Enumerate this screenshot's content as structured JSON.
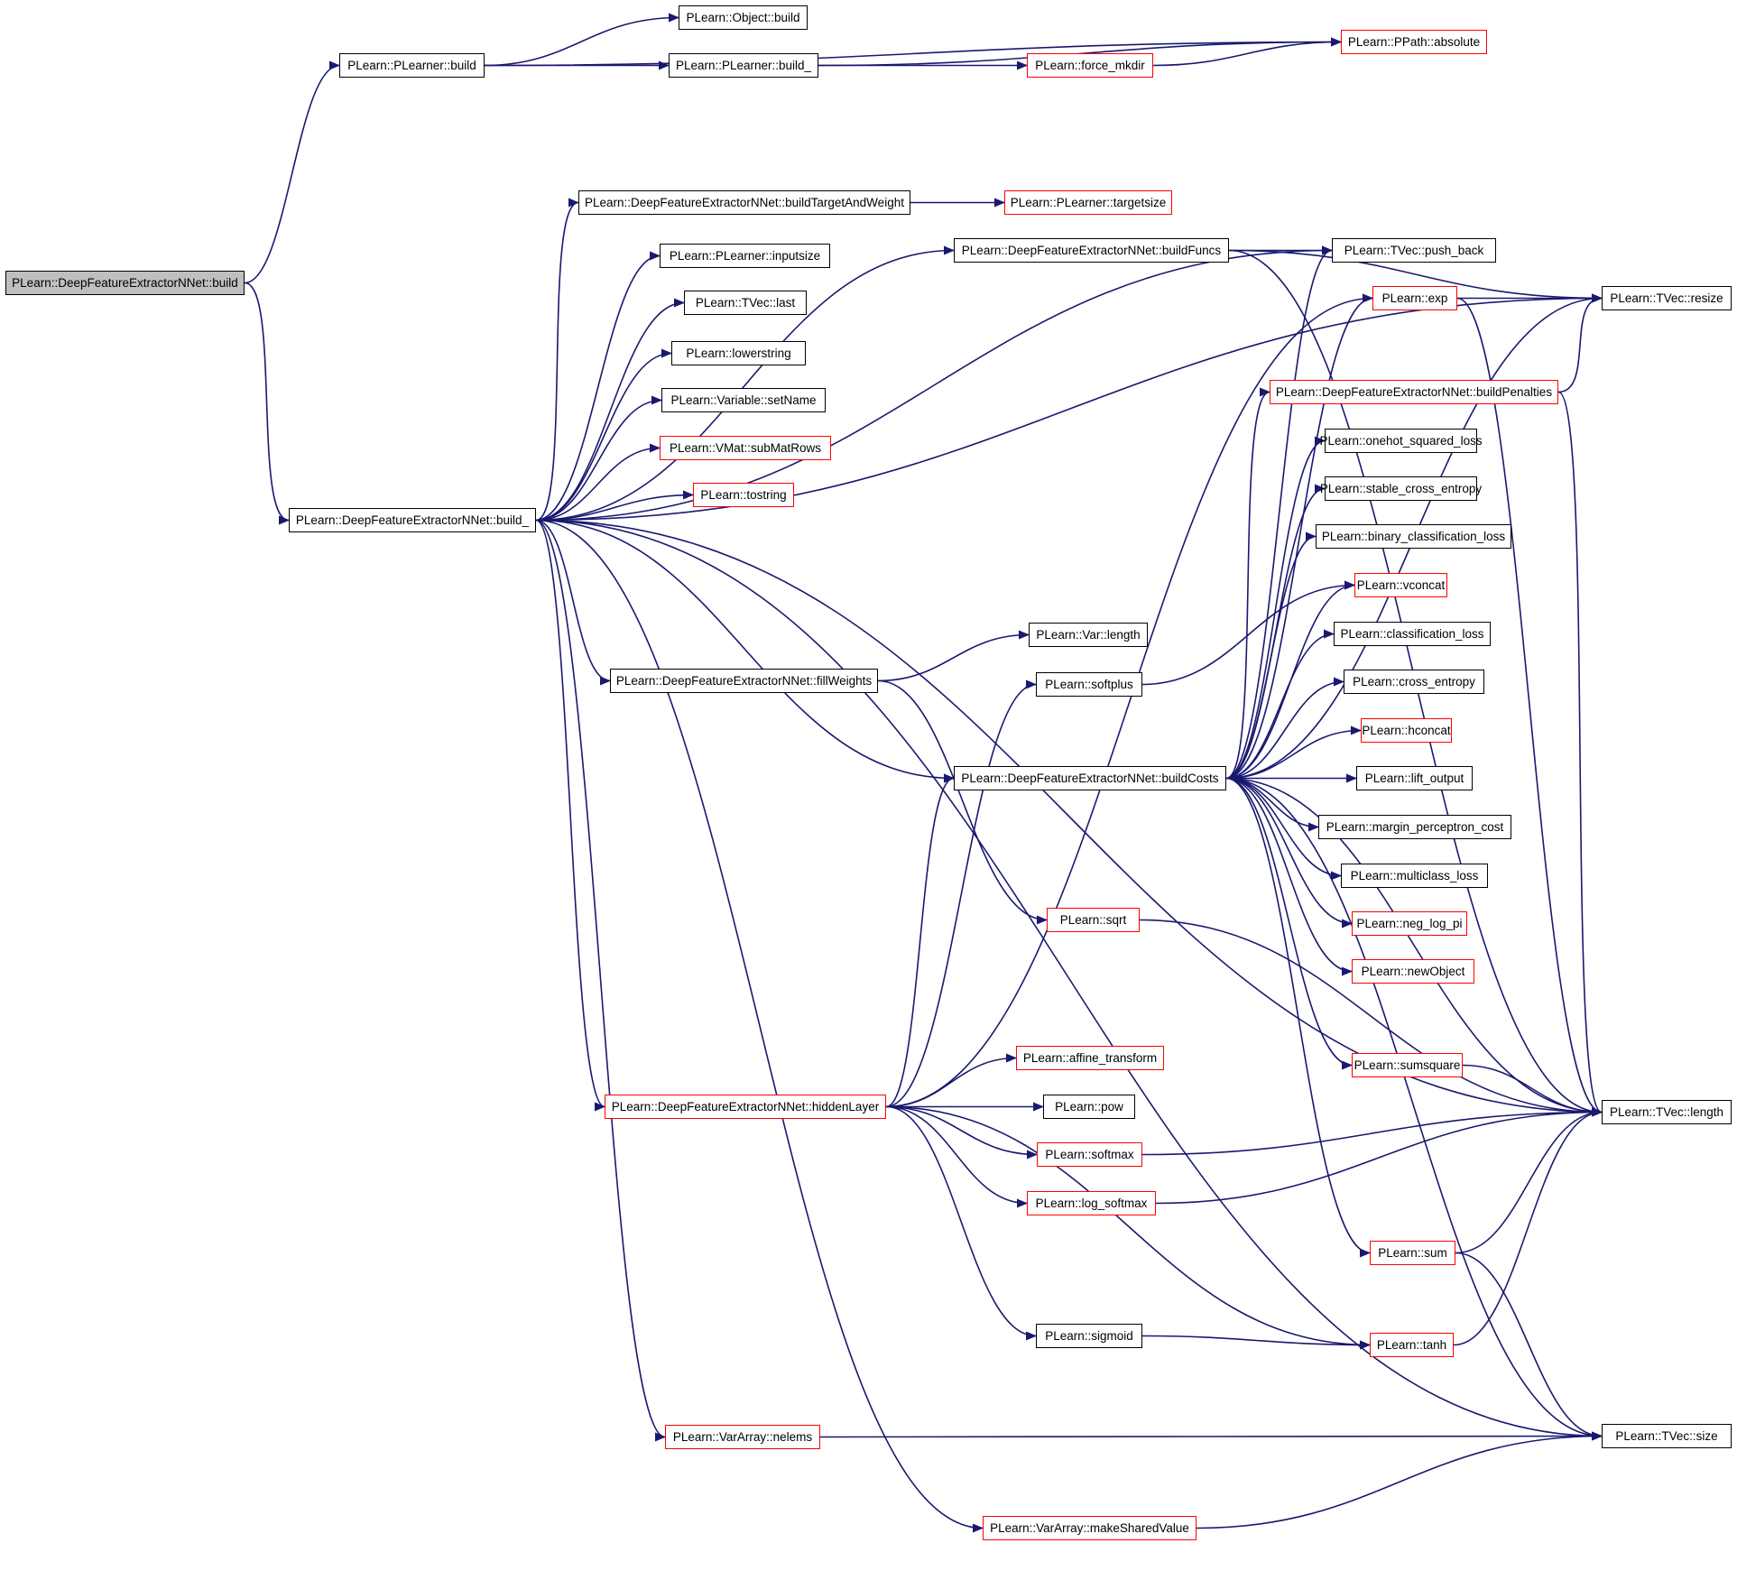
{
  "graph": {
    "nodes": [
      {
        "id": "n1",
        "label": "PLearn::DeepFeatureExtractorNNet::build",
        "style": "root"
      },
      {
        "id": "n2",
        "label": "PLearn::PLearner::build",
        "style": "plain"
      },
      {
        "id": "n3",
        "label": "PLearn::Object::build",
        "style": "plain"
      },
      {
        "id": "n4",
        "label": "PLearn::PLearner::build_",
        "style": "plain"
      },
      {
        "id": "n5",
        "label": "PLearn::force_mkdir",
        "style": "red"
      },
      {
        "id": "n6",
        "label": "PLearn::PPath::absolute",
        "style": "red"
      },
      {
        "id": "n7",
        "label": "PLearn::DeepFeatureExtractorNNet::build_",
        "style": "plain"
      },
      {
        "id": "n8",
        "label": "PLearn::DeepFeatureExtractorNNet::buildTargetAndWeight",
        "style": "plain"
      },
      {
        "id": "n9",
        "label": "PLearn::PLearner::targetsize",
        "style": "red"
      },
      {
        "id": "n10",
        "label": "PLearn::PLearner::inputsize",
        "style": "plain"
      },
      {
        "id": "n11",
        "label": "PLearn::TVec::last",
        "style": "plain"
      },
      {
        "id": "n12",
        "label": "PLearn::lowerstring",
        "style": "plain"
      },
      {
        "id": "n13",
        "label": "PLearn::Variable::setName",
        "style": "plain"
      },
      {
        "id": "n14",
        "label": "PLearn::VMat::subMatRows",
        "style": "red"
      },
      {
        "id": "n15",
        "label": "PLearn::tostring",
        "style": "red"
      },
      {
        "id": "n16",
        "label": "PLearn::DeepFeatureExtractorNNet::buildFuncs",
        "style": "plain"
      },
      {
        "id": "n17",
        "label": "PLearn::TVec::push_back",
        "style": "plain"
      },
      {
        "id": "n18",
        "label": "PLearn::TVec::resize",
        "style": "plain"
      },
      {
        "id": "n19",
        "label": "PLearn::exp",
        "style": "red"
      },
      {
        "id": "n20",
        "label": "PLearn::DeepFeatureExtractorNNet::buildPenalties",
        "style": "red"
      },
      {
        "id": "n21",
        "label": "PLearn::onehot_squared_loss",
        "style": "plain"
      },
      {
        "id": "n22",
        "label": "PLearn::stable_cross_entropy",
        "style": "plain"
      },
      {
        "id": "n23",
        "label": "PLearn::binary_classification_loss",
        "style": "plain"
      },
      {
        "id": "n24",
        "label": "PLearn::vconcat",
        "style": "red"
      },
      {
        "id": "n25",
        "label": "PLearn::classification_loss",
        "style": "plain"
      },
      {
        "id": "n26",
        "label": "PLearn::cross_entropy",
        "style": "plain"
      },
      {
        "id": "n27",
        "label": "PLearn::hconcat",
        "style": "red"
      },
      {
        "id": "n28",
        "label": "PLearn::lift_output",
        "style": "plain"
      },
      {
        "id": "n29",
        "label": "PLearn::margin_perceptron_cost",
        "style": "plain"
      },
      {
        "id": "n30",
        "label": "PLearn::multiclass_loss",
        "style": "plain"
      },
      {
        "id": "n31",
        "label": "PLearn::neg_log_pi",
        "style": "red"
      },
      {
        "id": "n32",
        "label": "PLearn::newObject",
        "style": "red"
      },
      {
        "id": "n33",
        "label": "PLearn::Var::length",
        "style": "plain"
      },
      {
        "id": "n34",
        "label": "PLearn::DeepFeatureExtractorNNet::fillWeights",
        "style": "plain"
      },
      {
        "id": "n35",
        "label": "PLearn::softplus",
        "style": "plain"
      },
      {
        "id": "n36",
        "label": "PLearn::DeepFeatureExtractorNNet::buildCosts",
        "style": "plain"
      },
      {
        "id": "n37",
        "label": "PLearn::sqrt",
        "style": "red"
      },
      {
        "id": "n38",
        "label": "PLearn::affine_transform",
        "style": "red"
      },
      {
        "id": "n39",
        "label": "PLearn::DeepFeatureExtractorNNet::hiddenLayer",
        "style": "red"
      },
      {
        "id": "n40",
        "label": "PLearn::pow",
        "style": "plain"
      },
      {
        "id": "n41",
        "label": "PLearn::sumsquare",
        "style": "red"
      },
      {
        "id": "n42",
        "label": "PLearn::TVec::length",
        "style": "plain"
      },
      {
        "id": "n43",
        "label": "PLearn::softmax",
        "style": "red"
      },
      {
        "id": "n44",
        "label": "PLearn::log_softmax",
        "style": "red"
      },
      {
        "id": "n45",
        "label": "PLearn::sum",
        "style": "red"
      },
      {
        "id": "n46",
        "label": "PLearn::sigmoid",
        "style": "plain"
      },
      {
        "id": "n47",
        "label": "PLearn::tanh",
        "style": "red"
      },
      {
        "id": "n48",
        "label": "PLearn::VarArray::nelems",
        "style": "red"
      },
      {
        "id": "n49",
        "label": "PLearn::TVec::size",
        "style": "plain"
      },
      {
        "id": "n50",
        "label": "PLearn::VarArray::makeSharedValue",
        "style": "red"
      }
    ],
    "edges": [
      [
        "n1",
        "n2"
      ],
      [
        "n1",
        "n7"
      ],
      [
        "n2",
        "n3"
      ],
      [
        "n2",
        "n4"
      ],
      [
        "n2",
        "n6"
      ],
      [
        "n4",
        "n5"
      ],
      [
        "n4",
        "n6"
      ],
      [
        "n5",
        "n6"
      ],
      [
        "n7",
        "n8"
      ],
      [
        "n7",
        "n10"
      ],
      [
        "n7",
        "n11"
      ],
      [
        "n7",
        "n12"
      ],
      [
        "n7",
        "n13"
      ],
      [
        "n7",
        "n14"
      ],
      [
        "n7",
        "n15"
      ],
      [
        "n7",
        "n16"
      ],
      [
        "n7",
        "n17"
      ],
      [
        "n7",
        "n18"
      ],
      [
        "n7",
        "n34"
      ],
      [
        "n7",
        "n36"
      ],
      [
        "n7",
        "n39"
      ],
      [
        "n7",
        "n42"
      ],
      [
        "n7",
        "n48"
      ],
      [
        "n7",
        "n49"
      ],
      [
        "n7",
        "n50"
      ],
      [
        "n8",
        "n9"
      ],
      [
        "n16",
        "n17"
      ],
      [
        "n16",
        "n18"
      ],
      [
        "n16",
        "n42"
      ],
      [
        "n19",
        "n18"
      ],
      [
        "n19",
        "n42"
      ],
      [
        "n20",
        "n18"
      ],
      [
        "n20",
        "n42"
      ],
      [
        "n34",
        "n33"
      ],
      [
        "n34",
        "n37"
      ],
      [
        "n35",
        "n24"
      ],
      [
        "n36",
        "n17"
      ],
      [
        "n36",
        "n19"
      ],
      [
        "n36",
        "n20"
      ],
      [
        "n36",
        "n18"
      ],
      [
        "n36",
        "n21"
      ],
      [
        "n36",
        "n22"
      ],
      [
        "n36",
        "n23"
      ],
      [
        "n36",
        "n24"
      ],
      [
        "n36",
        "n25"
      ],
      [
        "n36",
        "n26"
      ],
      [
        "n36",
        "n27"
      ],
      [
        "n36",
        "n28"
      ],
      [
        "n36",
        "n29"
      ],
      [
        "n36",
        "n30"
      ],
      [
        "n36",
        "n31"
      ],
      [
        "n36",
        "n32"
      ],
      [
        "n36",
        "n41"
      ],
      [
        "n36",
        "n42"
      ],
      [
        "n36",
        "n45"
      ],
      [
        "n36",
        "n49"
      ],
      [
        "n37",
        "n42"
      ],
      [
        "n39",
        "n35"
      ],
      [
        "n39",
        "n36"
      ],
      [
        "n39",
        "n38"
      ],
      [
        "n39",
        "n40"
      ],
      [
        "n39",
        "n43"
      ],
      [
        "n39",
        "n44"
      ],
      [
        "n39",
        "n46"
      ],
      [
        "n39",
        "n47"
      ],
      [
        "n39",
        "n19"
      ],
      [
        "n41",
        "n42"
      ],
      [
        "n43",
        "n42"
      ],
      [
        "n44",
        "n42"
      ],
      [
        "n45",
        "n42"
      ],
      [
        "n45",
        "n49"
      ],
      [
        "n46",
        "n47"
      ],
      [
        "n47",
        "n42"
      ],
      [
        "n48",
        "n49"
      ],
      [
        "n50",
        "n49"
      ]
    ]
  },
  "colors": {
    "edge": "#191970",
    "node_border": "#000000",
    "node_border_red": "#ff0000",
    "root_fill": "#bfbfbf"
  }
}
